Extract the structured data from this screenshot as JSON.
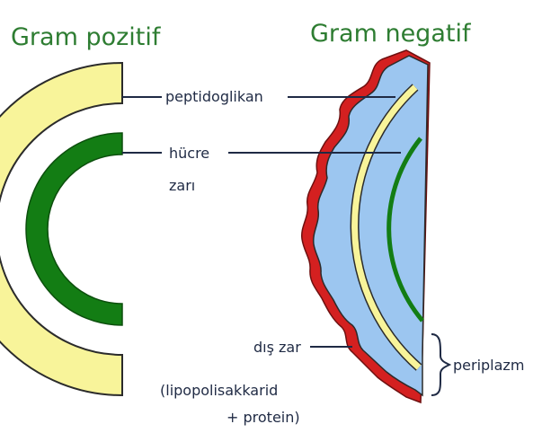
{
  "titles": {
    "positive": "Gram pozitif",
    "negative": "Gram negatif"
  },
  "labels": {
    "peptidoglycan": "peptidoglikan",
    "membrane_line1": "hücre",
    "membrane_line2": "zarı",
    "outer_line1": "dış zar",
    "outer_line2": "(lipopolisakkarid",
    "outer_line3": "+ protein)",
    "periplasm": "periplazm"
  },
  "colors": {
    "peptidoglycan_yellow": "#f8f49a",
    "membrane_green": "#137d14",
    "periplasm_blue": "#9cc6f0",
    "outer_membrane_red": "#d42020",
    "title_green": "#2e7d32",
    "text_navy": "#1f2a44"
  }
}
